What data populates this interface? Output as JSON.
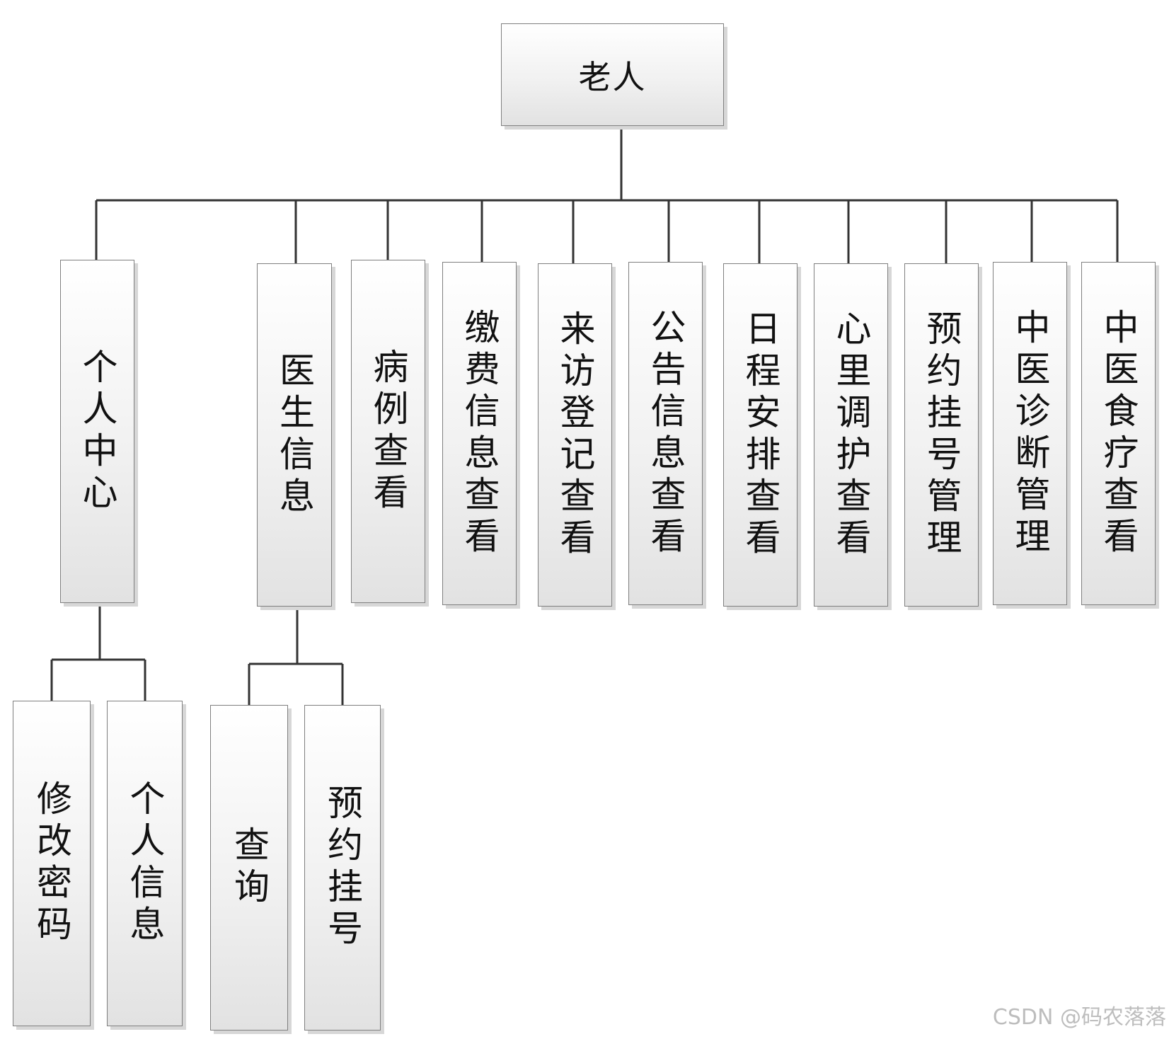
{
  "root": {
    "label": "老人"
  },
  "children": [
    {
      "label": "个人中心",
      "children": [
        {
          "label": "修改密码"
        },
        {
          "label": "个人信息"
        }
      ]
    },
    {
      "label": "医生信息",
      "children": [
        {
          "label": "查询"
        },
        {
          "label": "预约挂号"
        }
      ]
    },
    {
      "label": "病例查看"
    },
    {
      "label": "缴费信息查看"
    },
    {
      "label": "来访登记查看"
    },
    {
      "label": "公告信息查看"
    },
    {
      "label": "日程安排查看"
    },
    {
      "label": "心里调护查看"
    },
    {
      "label": "预约挂号管理"
    },
    {
      "label": "中医诊断管理"
    },
    {
      "label": "中医食疗查看"
    }
  ],
  "watermark": "CSDN @码农落落",
  "colors": {
    "line": "#333333",
    "box_border": "#7f7f7f",
    "text": "#111111"
  }
}
